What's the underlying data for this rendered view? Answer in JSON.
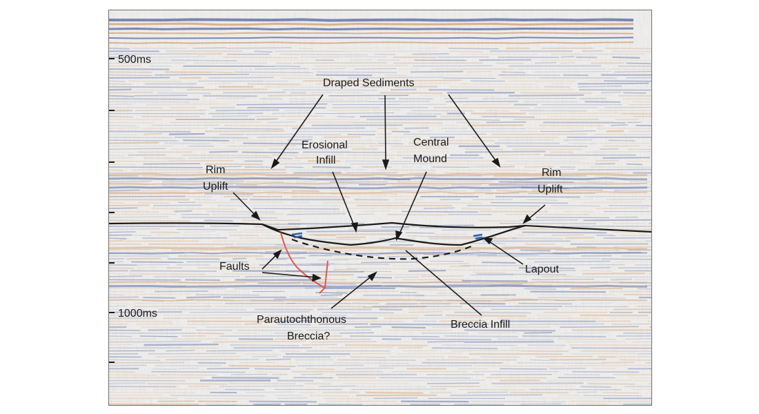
{
  "time_axis": {
    "labels": [
      "500ms",
      "1000ms"
    ]
  },
  "annotations": {
    "draped_sediments": "Draped Sediments",
    "erosional_infill_1": "Erosional",
    "erosional_infill_2": "Infill",
    "central_mound_1": "Central",
    "central_mound_2": "Mound",
    "rim_uplift_left_1": "Rim",
    "rim_uplift_left_2": "Uplift",
    "rim_uplift_right_1": "Rim",
    "rim_uplift_right_2": "Uplift",
    "faults": "Faults",
    "lapout": "Lapout",
    "parautochthonous_1": "Parautochthonous",
    "parautochthonous_2": "Breccia?",
    "breccia_infill": "Breccia Infill"
  },
  "colors": {
    "horizon_line": "#1a1a1a",
    "fault_line": "#e0554f",
    "lapout_marker": "#2d5fb0",
    "seismic_blue": "#5c6fa8",
    "seismic_orange": "#d9a67a"
  }
}
